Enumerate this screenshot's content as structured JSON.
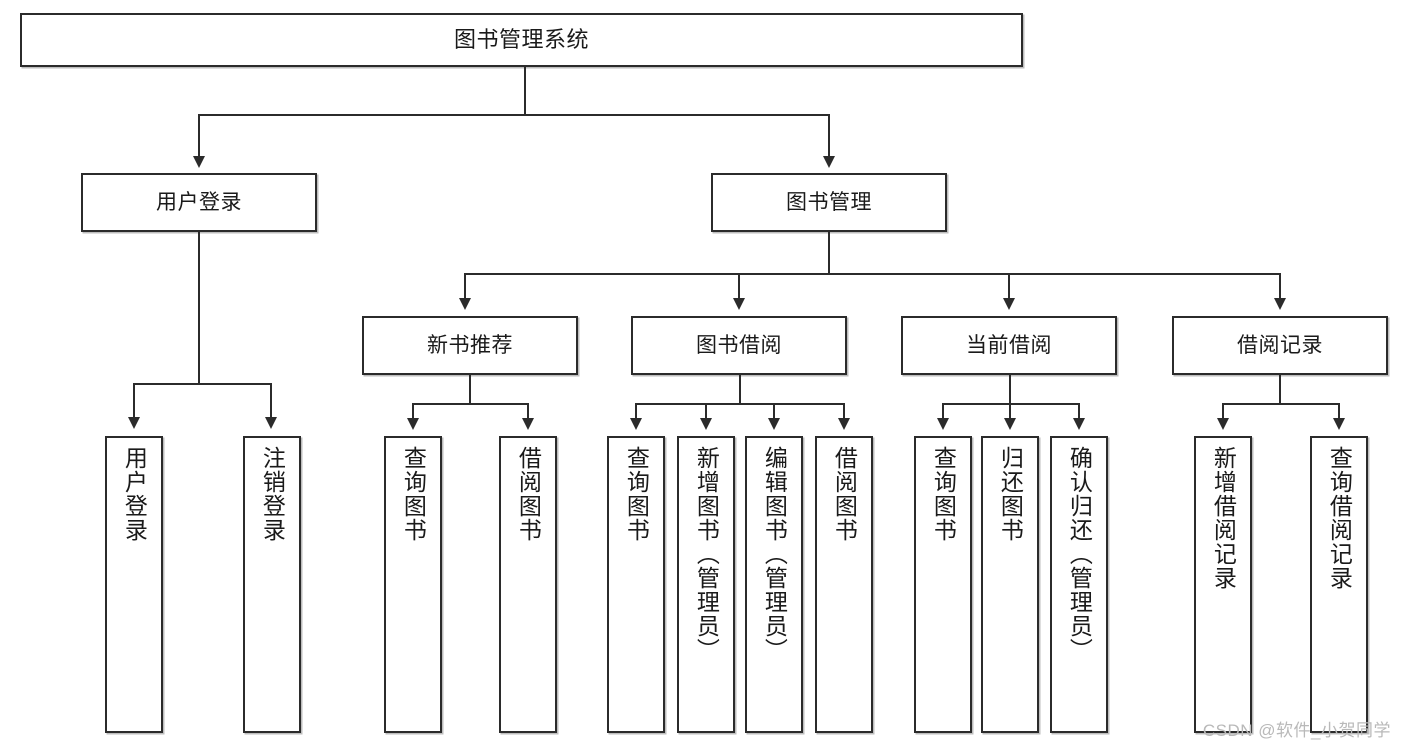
{
  "diagram": {
    "title": "图书管理系统",
    "type": "hierarchy-tree",
    "root": {
      "id": "root",
      "label": "图书管理系统"
    },
    "level1": [
      {
        "id": "user-login",
        "label": "用户登录"
      },
      {
        "id": "book-manage",
        "label": "图书管理"
      }
    ],
    "level2": [
      {
        "id": "new-book-recommend",
        "label": "新书推荐",
        "parent": "book-manage"
      },
      {
        "id": "book-borrow",
        "label": "图书借阅",
        "parent": "book-manage"
      },
      {
        "id": "current-borrow",
        "label": "当前借阅",
        "parent": "book-manage"
      },
      {
        "id": "borrow-record",
        "label": "借阅记录",
        "parent": "book-manage"
      }
    ],
    "leaves": [
      {
        "id": "leaf-user-login",
        "label": "用户登录",
        "parent": "user-login"
      },
      {
        "id": "leaf-logout-login",
        "label": "注销登录",
        "parent": "user-login"
      },
      {
        "id": "leaf-query-book-1",
        "label": "查询图书",
        "parent": "new-book-recommend"
      },
      {
        "id": "leaf-borrow-book-1",
        "label": "借阅图书",
        "parent": "new-book-recommend"
      },
      {
        "id": "leaf-query-book-2",
        "label": "查询图书",
        "parent": "book-borrow"
      },
      {
        "id": "leaf-add-book",
        "label": "新增图书（管理员）",
        "parent": "book-borrow"
      },
      {
        "id": "leaf-edit-book",
        "label": "编辑图书（管理员）",
        "parent": "book-borrow"
      },
      {
        "id": "leaf-borrow-book-2",
        "label": "借阅图书",
        "parent": "book-borrow"
      },
      {
        "id": "leaf-query-book-3",
        "label": "查询图书",
        "parent": "current-borrow"
      },
      {
        "id": "leaf-return-book",
        "label": "归还图书",
        "parent": "current-borrow"
      },
      {
        "id": "leaf-confirm-return",
        "label": "确认归还（管理员）",
        "parent": "current-borrow"
      },
      {
        "id": "leaf-add-record",
        "label": "新增借阅记录",
        "parent": "borrow-record"
      },
      {
        "id": "leaf-query-record",
        "label": "查询借阅记录",
        "parent": "borrow-record"
      }
    ]
  },
  "watermark": {
    "text": "CSDN @软件_小贺同学"
  },
  "colors": {
    "stroke": "#2b2b2b",
    "fill": "#ffffff",
    "text": "#1a1a1a",
    "watermark": "#b9b9b9"
  }
}
